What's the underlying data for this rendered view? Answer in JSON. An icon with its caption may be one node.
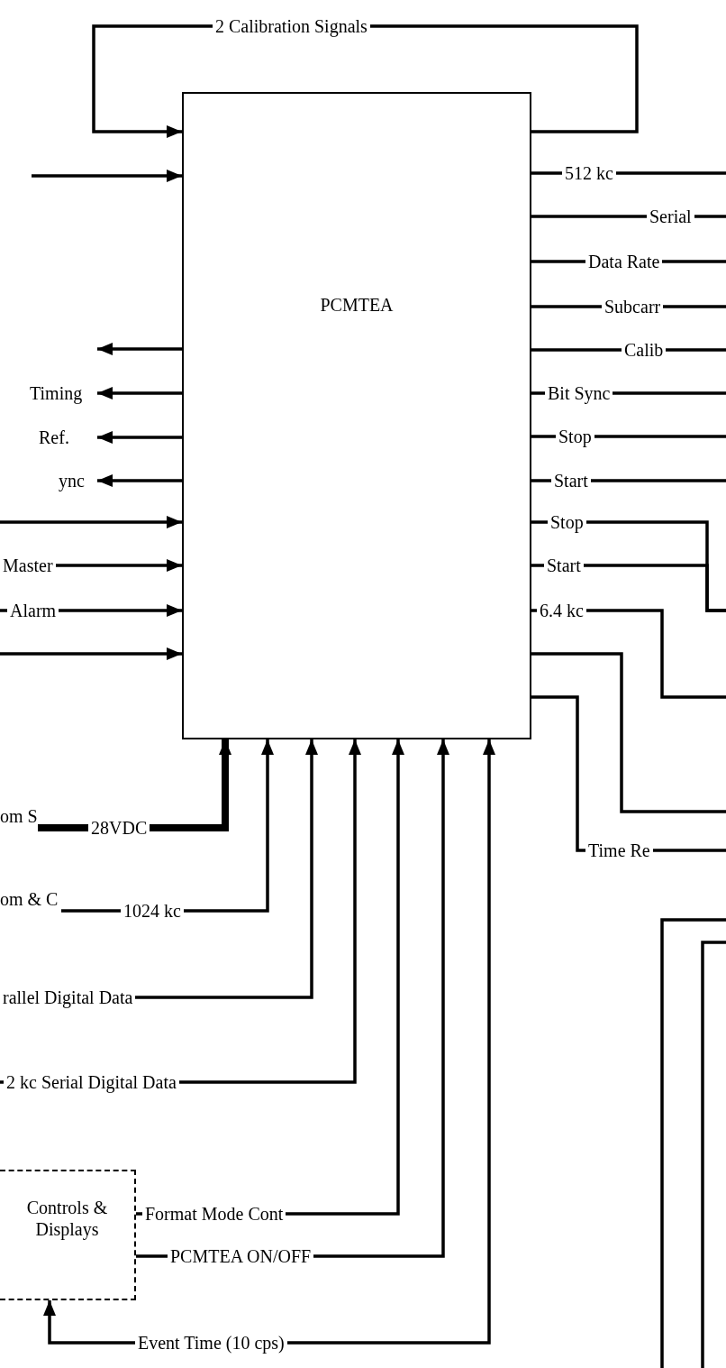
{
  "diagram": {
    "nodes": [
      {
        "text": [
          "PCMTEA"
        ]
      },
      {
        "text": [
          "Controls & Displays"
        ]
      },
      {
        "text": [
          "om S"
        ]
      },
      {
        "text": [
          "om & C"
        ]
      }
    ],
    "edges": [
      {
        "from": 0,
        "to": 0,
        "arrow": "to",
        "label": "2 Calibration Signals"
      },
      {
        "from": null,
        "to": 0,
        "arrow": "to"
      },
      {
        "from": 0,
        "to": null,
        "arrow": "to"
      },
      {
        "from": 0,
        "to": null,
        "arrow": "to",
        "label": "Timing"
      },
      {
        "from": 0,
        "to": null,
        "arrow": "to",
        "label": "Ref."
      },
      {
        "from": 0,
        "to": null,
        "arrow": "to",
        "label": "ync"
      },
      {
        "from": null,
        "to": 0,
        "arrow": "to"
      },
      {
        "from": null,
        "to": 0,
        "arrow": "to",
        "label": "Master"
      },
      {
        "from": null,
        "to": 0,
        "arrow": "to",
        "label": "Alarm"
      },
      {
        "from": null,
        "to": 0,
        "arrow": "to"
      },
      {
        "from": 0,
        "to": null,
        "arrow": "none",
        "label": "512 kc"
      },
      {
        "from": 0,
        "to": null,
        "arrow": "none",
        "label": "Serial"
      },
      {
        "from": 0,
        "to": null,
        "arrow": "none",
        "label": "Data Rate"
      },
      {
        "from": 0,
        "to": null,
        "arrow": "none",
        "label": "Subcarr"
      },
      {
        "from": 0,
        "to": null,
        "arrow": "none",
        "label": "Calib"
      },
      {
        "from": 0,
        "to": null,
        "arrow": "none",
        "label": "Bit Sync"
      },
      {
        "from": 0,
        "to": null,
        "arrow": "none",
        "label": "Stop"
      },
      {
        "from": 0,
        "to": null,
        "arrow": "none",
        "label": "Start"
      },
      {
        "from": 0,
        "to": null,
        "arrow": "none",
        "label": "Stop"
      },
      {
        "from": 0,
        "to": null,
        "arrow": "none",
        "label": "Start"
      },
      {
        "from": 0,
        "to": null,
        "arrow": "none",
        "label": "6.4 kc"
      },
      {
        "from": 0,
        "to": null,
        "arrow": "none"
      },
      {
        "from": 0,
        "to": null,
        "arrow": "none",
        "label": "Time Re"
      },
      {
        "from": 2,
        "to": 0,
        "arrow": "to",
        "label": "28VDC",
        "style": "thick"
      },
      {
        "from": 3,
        "to": 0,
        "arrow": "to",
        "label": "1024 kc"
      },
      {
        "from": null,
        "to": 0,
        "arrow": "to",
        "label": "rallel Digital Data"
      },
      {
        "from": null,
        "to": 0,
        "arrow": "to",
        "label": "2 kc Serial Digital Data"
      },
      {
        "from": 1,
        "to": 0,
        "arrow": "to",
        "label": "Format Mode Cont"
      },
      {
        "from": 1,
        "to": 0,
        "arrow": "to",
        "label": "PCMTEA ON/OFF"
      },
      {
        "from": 0,
        "to": 1,
        "arrow": "both",
        "label": "Event Time (10 cps)"
      }
    ]
  }
}
